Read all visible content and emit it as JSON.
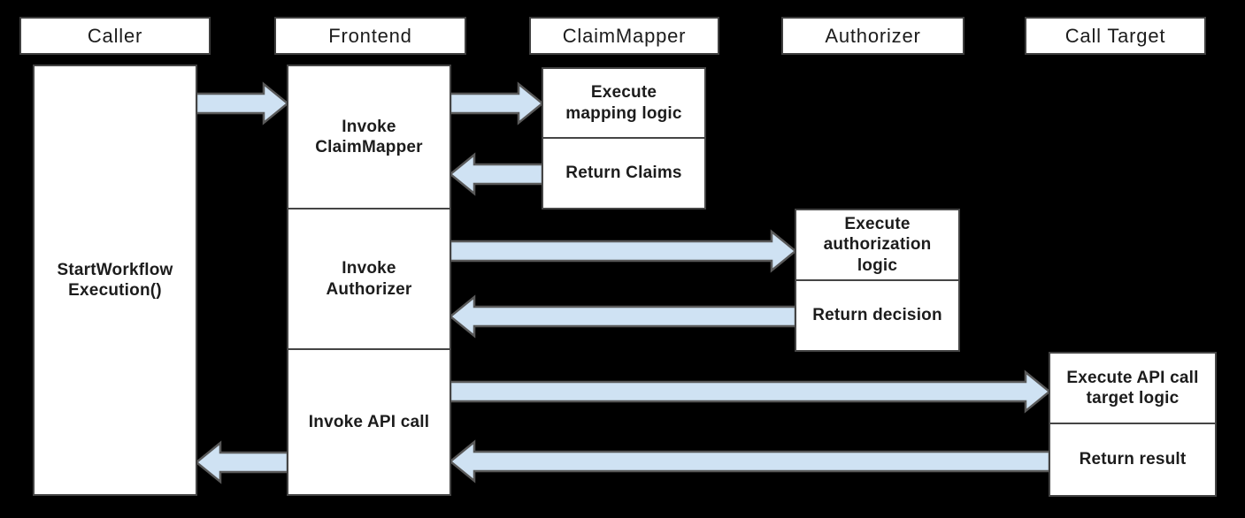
{
  "lanes": [
    {
      "id": "caller",
      "label": "Caller"
    },
    {
      "id": "frontend",
      "label": "Frontend"
    },
    {
      "id": "claimmapper",
      "label": "ClaimMapper"
    },
    {
      "id": "authorizer",
      "label": "Authorizer"
    },
    {
      "id": "calltarget",
      "label": "Call Target"
    }
  ],
  "activations": {
    "caller": {
      "label": "StartWorkflow\nExecution()"
    },
    "frontend": {
      "steps": [
        {
          "label": "Invoke\nClaimMapper"
        },
        {
          "label": "Invoke\nAuthorizer"
        },
        {
          "label": "Invoke API call"
        }
      ]
    },
    "claimmapper": {
      "steps": [
        {
          "label": "Execute\nmapping logic"
        },
        {
          "label": "Return Claims"
        }
      ]
    },
    "authorizer": {
      "steps": [
        {
          "label": "Execute\nauthorization\nlogic"
        },
        {
          "label": "Return decision"
        }
      ]
    },
    "calltarget": {
      "steps": [
        {
          "label": "Execute API call\ntarget logic"
        },
        {
          "label": "Return result"
        }
      ]
    }
  },
  "arrows": [
    {
      "name": "caller-to-frontend",
      "from": "Caller",
      "to": "Frontend",
      "direction": "right"
    },
    {
      "name": "frontend-to-claimmapper",
      "from": "Frontend",
      "to": "ClaimMapper",
      "direction": "right"
    },
    {
      "name": "claimmapper-to-frontend",
      "from": "ClaimMapper",
      "to": "Frontend",
      "direction": "left"
    },
    {
      "name": "frontend-to-authorizer",
      "from": "Frontend",
      "to": "Authorizer",
      "direction": "right"
    },
    {
      "name": "authorizer-to-frontend",
      "from": "Authorizer",
      "to": "Frontend",
      "direction": "left"
    },
    {
      "name": "frontend-to-calltarget",
      "from": "Frontend",
      "to": "Call Target",
      "direction": "right"
    },
    {
      "name": "calltarget-to-frontend",
      "from": "Call Target",
      "to": "Frontend",
      "direction": "left"
    },
    {
      "name": "frontend-to-caller",
      "from": "Frontend",
      "to": "Caller",
      "direction": "left"
    }
  ],
  "colors": {
    "background": "#000000",
    "box_fill": "#ffffff",
    "box_border": "#454545",
    "arrow_fill": "#cfe2f3",
    "arrow_stroke": "#595959",
    "text": "#1c1c1c"
  }
}
